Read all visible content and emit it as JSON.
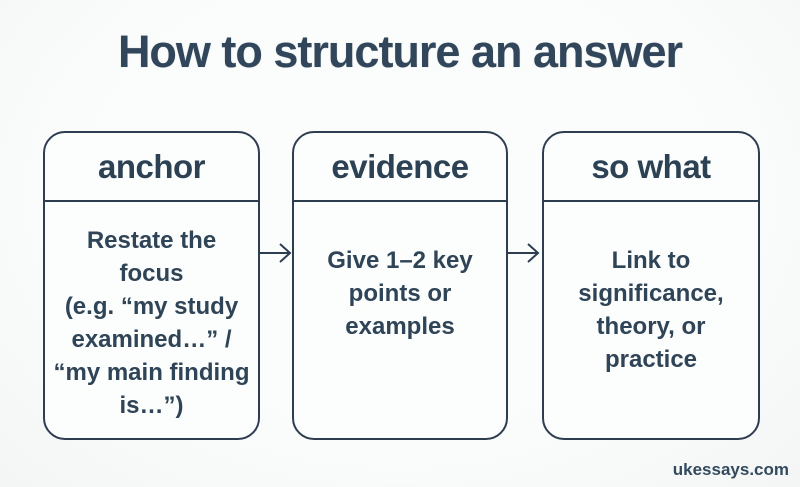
{
  "title": "How to structure an answer",
  "columns": [
    {
      "header": "anchor",
      "body_lines": [
        "Restate the focus",
        "(e.g. “my study",
        "examined…” /",
        "“my main finding",
        "is…”)"
      ]
    },
    {
      "header": "evidence",
      "body_lines": [
        "Give 1–2 key",
        "points or",
        "examples"
      ]
    },
    {
      "header": "so what",
      "body_lines": [
        "Link to",
        "significance,",
        "theory, or",
        "practice"
      ]
    }
  ],
  "watermark": "ukessays.com",
  "colors": {
    "text": "#2f4457",
    "border": "#2e3d50",
    "background": "#f9fafa"
  }
}
